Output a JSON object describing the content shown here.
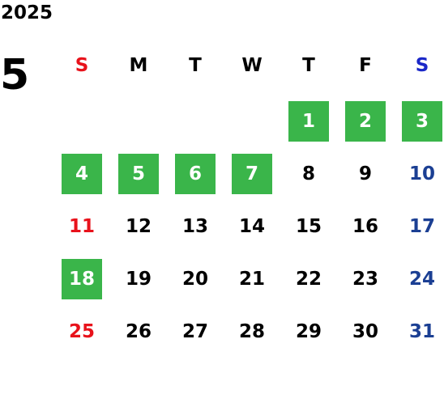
{
  "calendar": {
    "year": "2025",
    "month": "5",
    "weekdays": [
      "S",
      "M",
      "T",
      "W",
      "T",
      "F",
      "S"
    ],
    "weekday_colors": [
      "#e8121b",
      "#000000",
      "#000000",
      "#000000",
      "#000000",
      "#000000",
      "#1a27c8"
    ],
    "day_colors": {
      "sunday": "#e8121b",
      "weekday": "#000000",
      "saturday": "#1b3f93",
      "highlight_text": "#ffffff",
      "highlight_bg": "#3ab54a"
    },
    "first_weekday_index": 4,
    "days_in_month": 31,
    "highlighted_days": [
      1,
      2,
      3,
      4,
      5,
      6,
      7,
      18
    ]
  }
}
